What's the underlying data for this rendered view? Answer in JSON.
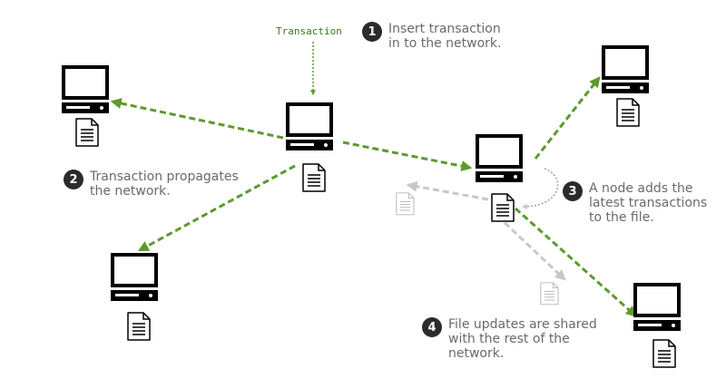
{
  "transaction_label": "Transaction",
  "steps": [
    {
      "number": "1",
      "lines": [
        "Insert transaction",
        "in to the network."
      ]
    },
    {
      "number": "2",
      "lines": [
        "Transaction propagates",
        "the network."
      ]
    },
    {
      "number": "3",
      "lines": [
        "A node adds the",
        "latest transactions",
        "to the file."
      ]
    },
    {
      "number": "4",
      "lines": [
        "File updates are shared",
        "with the rest of the",
        "network."
      ]
    }
  ],
  "colors": {
    "propagation_arrow": "#5c9a2e",
    "update_arrow": "#c8c8c8",
    "computer": "#000000"
  }
}
